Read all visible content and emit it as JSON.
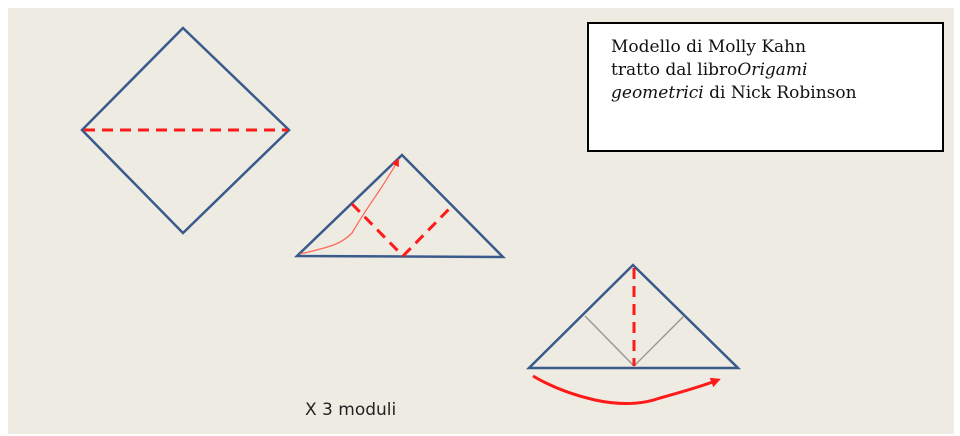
{
  "caption": {
    "line1": "Modello di Molly Kahn",
    "line2_prefix": "tratto dal libro",
    "line2_italic": "Origami",
    "line3_italic": "geometrici",
    "line3_suffix": " di Nick Robinson"
  },
  "modules_label": "X 3 moduli",
  "colors": {
    "background": "#eeebe2",
    "outline": "#3a5a8c",
    "fold_line": "#ff1a1a",
    "crease": "#9a9a8e",
    "arrow": "#ff1a1a"
  }
}
